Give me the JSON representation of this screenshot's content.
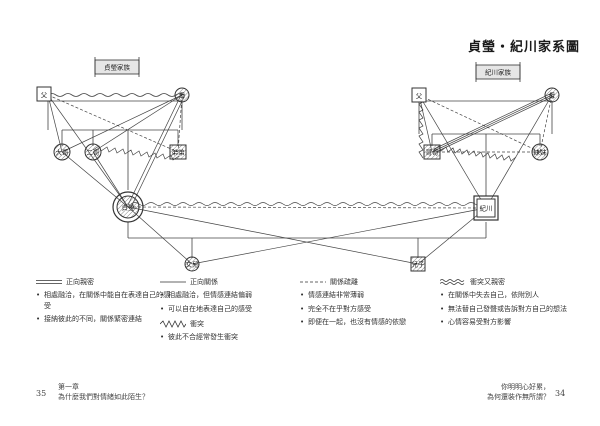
{
  "title": "貞瑩・紀川家系圖",
  "families": {
    "left": "貞瑩家族",
    "right": "紀川家族"
  },
  "people": {
    "l_father": "父",
    "l_mother": "母",
    "l_bro_big": "大哥",
    "l_bro_second": "二哥",
    "l_bro_little": "弟弟",
    "zhenying": "貞瑩",
    "r_father": "父",
    "r_mother": "母",
    "r_brother": "哥哥",
    "r_sister": "妹妹",
    "jichuan": "紀川",
    "daughter": "女兒",
    "son": "兒子"
  },
  "legend": {
    "positive_close": {
      "label": "正向親密",
      "notes": [
        "相處融洽，在關係中能自在表達自己的感受",
        "接納彼此的不同，關係緊密連結"
      ]
    },
    "positive": {
      "label": "正向關係",
      "notes": [
        "相處融洽，但情感連結偏弱",
        "可以自在地表達自己的感受"
      ]
    },
    "conflict": {
      "label": "衝突",
      "notes": [
        "彼此不合經常發生衝突"
      ]
    },
    "distant": {
      "label": "關係疏離",
      "notes": [
        "情感連結非常薄弱",
        "完全不在乎對方感受",
        "即便在一起，也沒有情感的依戀"
      ]
    },
    "conflict_close": {
      "label": "衝突又親密",
      "notes": [
        "在關係中失去自己，依附別人",
        "無法替自己發聲或告訴對方自己的想法",
        "心情容易受對方影響"
      ]
    }
  },
  "footer": {
    "left_page": "35",
    "left_chapter": "第一章",
    "left_subtitle": "為什麼我們對情緒如此陌生？",
    "right_page": "34",
    "right_line1": "你明明心好累，",
    "right_line2": "為何還裝作無所謂？"
  }
}
